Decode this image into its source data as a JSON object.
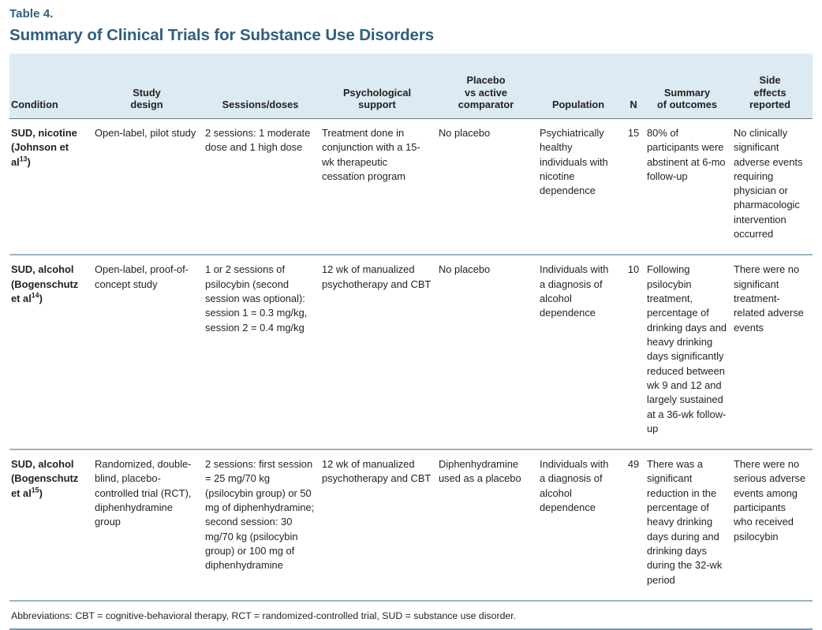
{
  "table": {
    "label": "Table 4.",
    "title": "Summary of Clinical Trials for Substance Use Disorders",
    "accent_color": "#2f5f7d",
    "header_band_color": "#dceaf3",
    "rule_color": "#9fb4c1",
    "columns": [
      {
        "key": "condition",
        "header": "Condition",
        "align": "left"
      },
      {
        "key": "design",
        "header": "Study\ndesign",
        "align": "center"
      },
      {
        "key": "sessions",
        "header": "Sessions/doses",
        "align": "center"
      },
      {
        "key": "support",
        "header": "Psychological\nsupport",
        "align": "center"
      },
      {
        "key": "placebo",
        "header": "Placebo\nvs active\ncomparator",
        "align": "center"
      },
      {
        "key": "population",
        "header": "Population",
        "align": "center"
      },
      {
        "key": "n",
        "header": "N",
        "align": "center"
      },
      {
        "key": "outcomes",
        "header": "Summary\nof outcomes",
        "align": "center"
      },
      {
        "key": "side",
        "header": "Side\neffects\nreported",
        "align": "center"
      }
    ],
    "header_lines": {
      "condition": [
        "Condition"
      ],
      "design": [
        "Study",
        "design"
      ],
      "sessions": [
        "Sessions/doses"
      ],
      "support": [
        "Psychological",
        "support"
      ],
      "placebo": [
        "Placebo",
        "vs active",
        "comparator"
      ],
      "population": [
        "Population"
      ],
      "n": [
        "N"
      ],
      "outcomes": [
        "Summary",
        "of outcomes"
      ],
      "side": [
        "Side",
        "effects",
        "reported"
      ]
    },
    "rows": [
      {
        "condition_main": "SUD, nicotine (Johnson et al",
        "condition_sup": "13",
        "condition_tail": ")",
        "design": "Open-label, pilot study",
        "sessions": "2 sessions: 1 moderate dose and 1 high dose",
        "support": "Treatment done in conjunction with a 15-wk therapeutic cessation program",
        "placebo": "No placebo",
        "population": "Psychiatrically healthy individuals with nicotine dependence",
        "n": "15",
        "outcomes": "80% of participants were abstinent at 6-mo follow-up",
        "side": "No clinically significant adverse events requiring physician or pharmacologic intervention occurred"
      },
      {
        "condition_main": "SUD, alcohol (Bogenschutz et al",
        "condition_sup": "14",
        "condition_tail": ")",
        "design": "Open-label, proof-of-concept study",
        "sessions": "1 or 2 sessions of psilocybin (second session was optional): session 1 = 0.3 mg/kg, session 2 = 0.4 mg/kg",
        "support": "12 wk of manualized psychotherapy and CBT",
        "placebo": "No placebo",
        "population": "Individuals with a diagnosis of alcohol dependence",
        "n": "10",
        "outcomes": "Following psilocybin treatment, percentage of drinking days and heavy drinking days significantly reduced between wk 9 and 12 and largely sustained at a 36-wk follow-up",
        "side": "There were no significant treatment-related adverse events"
      },
      {
        "condition_main": "SUD, alcohol (Bogenschutz et al",
        "condition_sup": "15",
        "condition_tail": ")",
        "design": "Randomized, double-blind, placebo-controlled trial (RCT), diphenhydramine group",
        "sessions": "2 sessions: first session = 25 mg/70 kg (psilocybin group) or 50 mg of diphenhydramine; second session: 30 mg/70 kg (psilocybin group) or 100 mg of diphenhydramine",
        "support": "12 wk of manualized psychotherapy and CBT",
        "placebo": "Diphenhydramine used as a placebo",
        "population": "Individuals with a diagnosis of alcohol dependence",
        "n": "49",
        "outcomes": "There was a significant reduction in the percentage of heavy drinking days during and drinking days during the 32-wk period",
        "side": "There were no serious adverse events among participants who received psilocybin"
      }
    ],
    "footnote": "Abbreviations: CBT = cognitive-behavioral therapy, RCT = randomized-controlled trial, SUD = substance use disorder."
  }
}
